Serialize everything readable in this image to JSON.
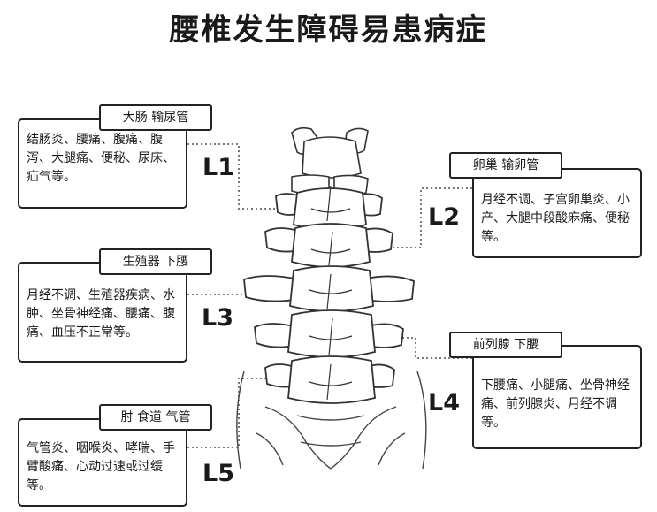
{
  "title": "腰椎发生障碍易患病症",
  "colors": {
    "text": "#1a1a1a",
    "border": "#222222",
    "connector": "#7a7a7a",
    "bone_fill": "#ffffff",
    "bone_line": "#333333"
  },
  "vertebrae": [
    {
      "level": "L1",
      "organs": "大肠 输尿管",
      "symptoms": "结肠炎、腰痛、腹痛、腹泻、大腿痛、便秘、尿床、疝气等。"
    },
    {
      "level": "L2",
      "organs": "卵巢 输卵管",
      "symptoms": "月经不调、子宫卵巢炎、小产、大腿中段酸麻痛、便秘等。"
    },
    {
      "level": "L3",
      "organs": "生殖器 下腰",
      "symptoms": "月经不调、生殖器疾病、水肿、坐骨神经痛、腰痛、腹痛、血压不正常等。"
    },
    {
      "level": "L4",
      "organs": "前列腺 下腰",
      "symptoms": "下腰痛、小腿痛、坐骨神经痛、前列腺炎、月经不调等。"
    },
    {
      "level": "L5",
      "organs": "肘 食道 气管",
      "symptoms": "气管炎、咽喉炎、哮喘、手臂酸痛、心动过速或过缓等。"
    }
  ]
}
